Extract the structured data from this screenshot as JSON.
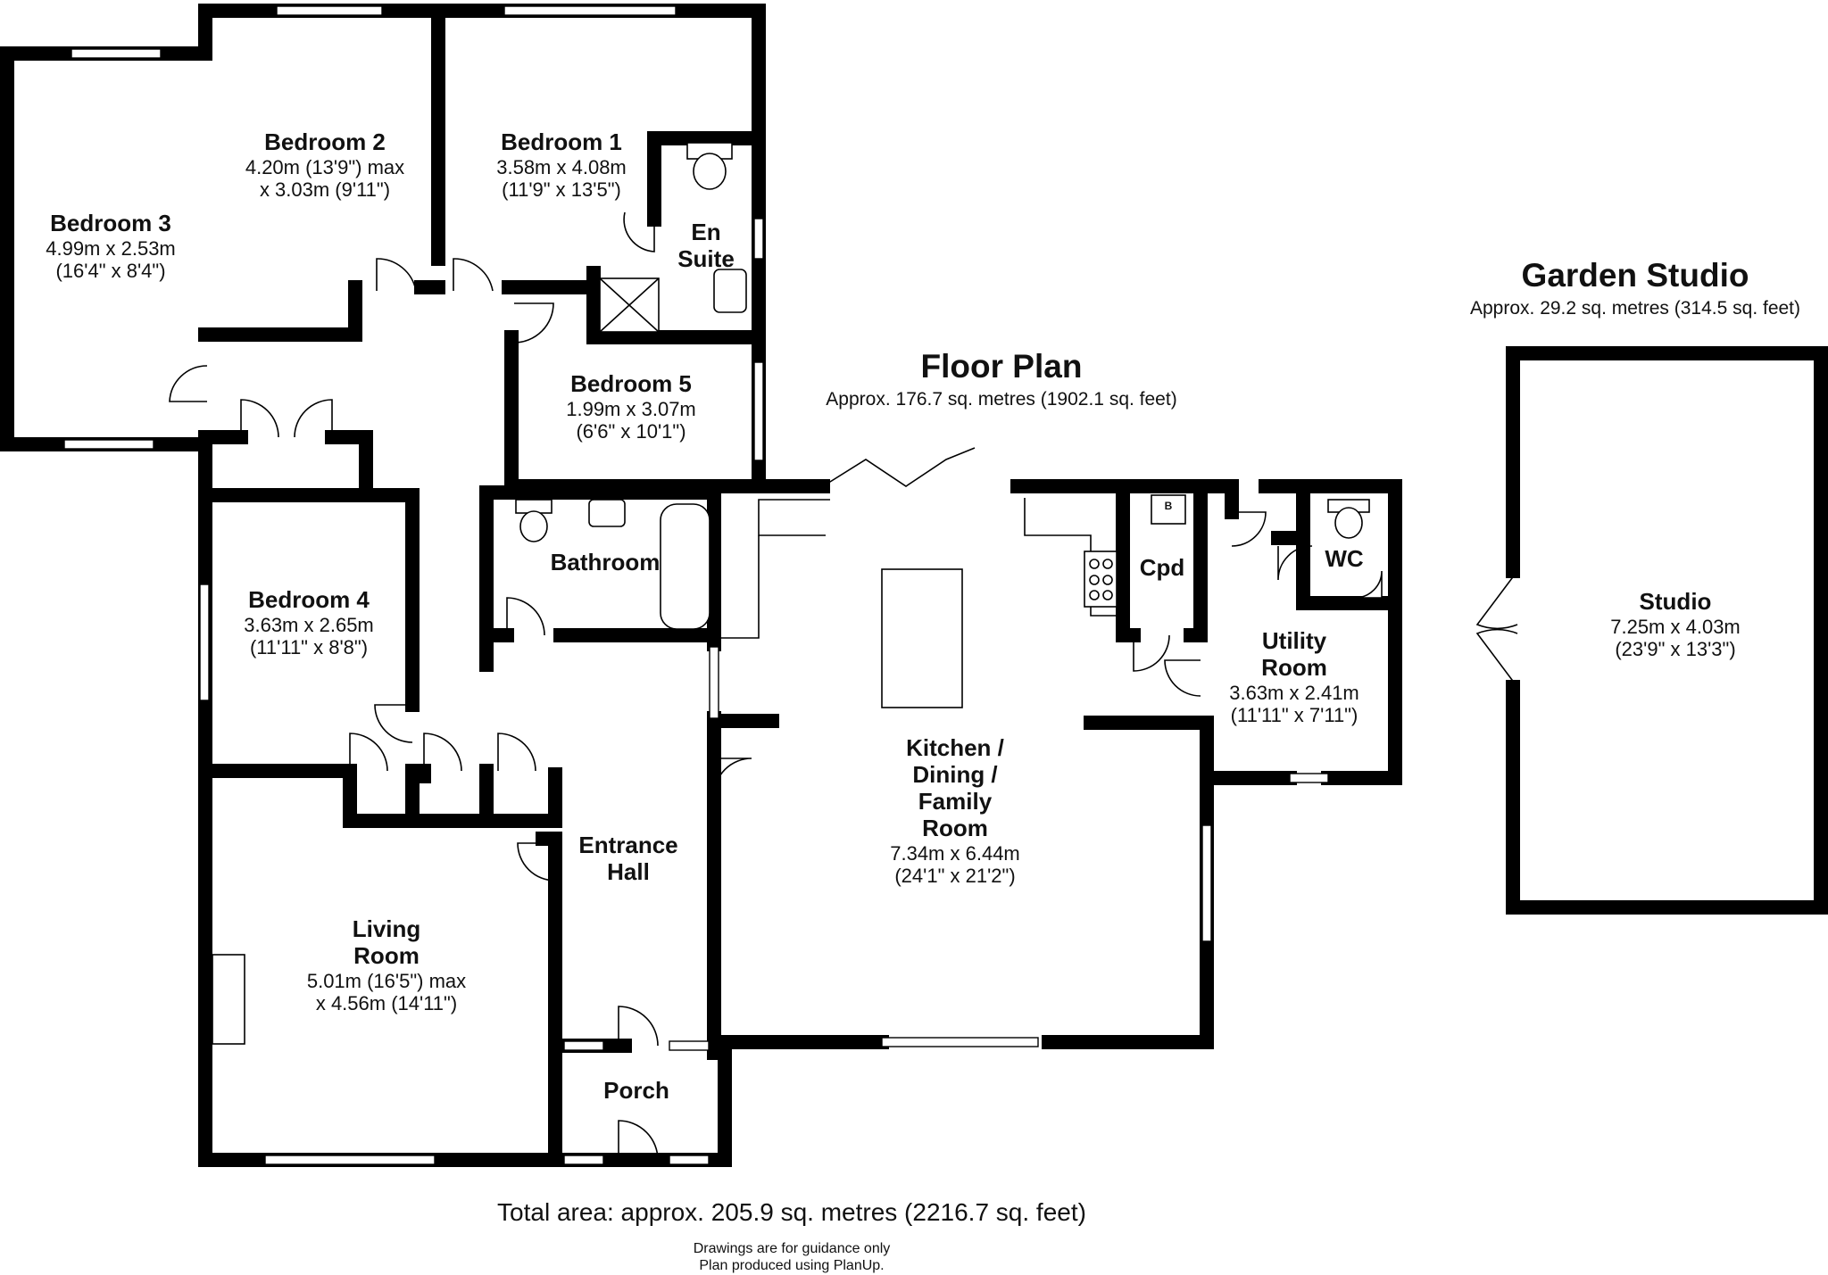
{
  "floor_plan": {
    "title": "Floor Plan",
    "area": "Approx. 176.7 sq. metres (1902.1 sq. feet)"
  },
  "garden_studio": {
    "title": "Garden Studio",
    "area": "Approx. 29.2 sq. metres (314.5 sq. feet)"
  },
  "rooms": {
    "bedroom3": {
      "name": "Bedroom 3",
      "dim1": "4.99m x 2.53m",
      "dim2": "(16'4\" x 8'4\")"
    },
    "bedroom2": {
      "name": "Bedroom 2",
      "dim1": "4.20m (13'9\") max",
      "dim2": "x 3.03m (9'11\")"
    },
    "bedroom1": {
      "name": "Bedroom 1",
      "dim1": "3.58m x 4.08m",
      "dim2": "(11'9\" x 13'5\")"
    },
    "ensuite": {
      "name1": "En",
      "name2": "Suite"
    },
    "bedroom5": {
      "name": "Bedroom 5",
      "dim1": "1.99m x 3.07m",
      "dim2": "(6'6\" x 10'1\")"
    },
    "bathroom": {
      "name": "Bathroom"
    },
    "bedroom4": {
      "name": "Bedroom 4",
      "dim1": "3.63m x 2.65m",
      "dim2": "(11'11\" x 8'8\")"
    },
    "entrance_hall": {
      "name1": "Entrance",
      "name2": "Hall"
    },
    "living_room": {
      "name1": "Living",
      "name2": "Room",
      "dim1": "5.01m (16'5\") max",
      "dim2": "x 4.56m (14'11\")"
    },
    "porch": {
      "name": "Porch"
    },
    "kitchen": {
      "name1": "Kitchen /",
      "name2": "Dining /",
      "name3": "Family",
      "name4": "Room",
      "dim1": "7.34m x 6.44m",
      "dim2": "(24'1\" x 21'2\")"
    },
    "cpd": {
      "name": "Cpd",
      "boiler": "B"
    },
    "wc": {
      "name": "WC"
    },
    "utility": {
      "name1": "Utility",
      "name2": "Room",
      "dim1": "3.63m x 2.41m",
      "dim2": "(11'11\" x 7'11\")"
    },
    "studio": {
      "name": "Studio",
      "dim1": "7.25m x 4.03m",
      "dim2": "(23'9\" x 13'3\")"
    }
  },
  "footer": {
    "total": "Total area: approx. 205.9 sq. metres (2216.7 sq. feet)",
    "note1": "Drawings are for guidance only",
    "note2": "Plan produced using PlanUp."
  }
}
